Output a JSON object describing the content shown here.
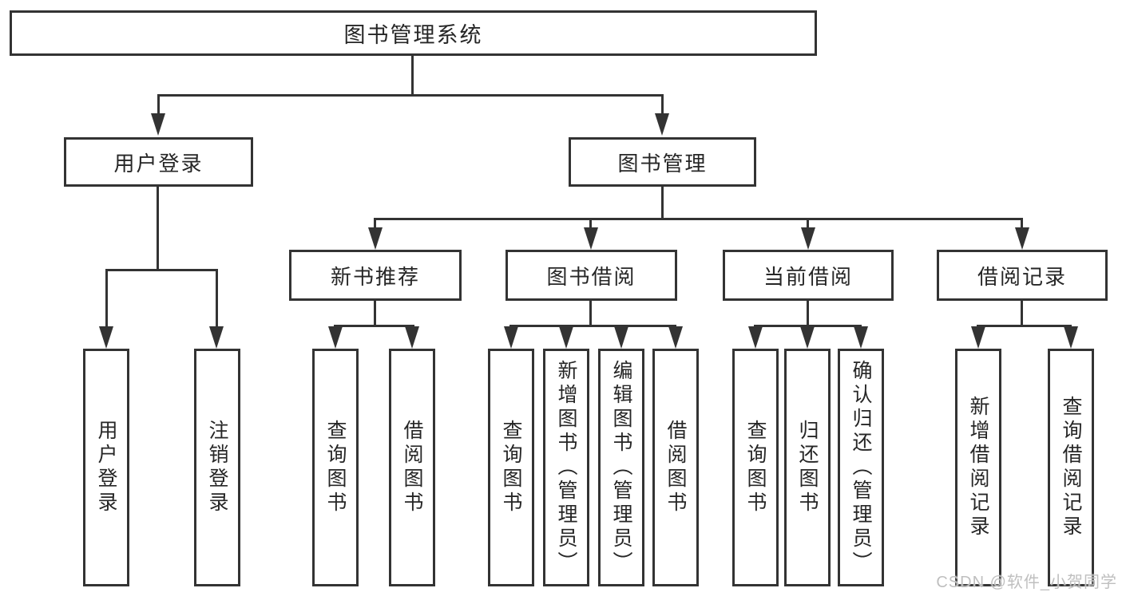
{
  "tree": {
    "root": {
      "label": "图书管理系统"
    },
    "branches": [
      {
        "label": "用户登录",
        "leaves": [
          {
            "label": "用户登录"
          },
          {
            "label": "注销登录"
          }
        ]
      },
      {
        "label": "图书管理",
        "groups": [
          {
            "label": "新书推荐",
            "leaves": [
              {
                "label": "查询图书"
              },
              {
                "label": "借阅图书"
              }
            ]
          },
          {
            "label": "图书借阅",
            "leaves": [
              {
                "label": "查询图书"
              },
              {
                "label": "新增图书（管理员）"
              },
              {
                "label": "编辑图书（管理员）"
              },
              {
                "label": "借阅图书"
              }
            ]
          },
          {
            "label": "当前借阅",
            "leaves": [
              {
                "label": "查询图书"
              },
              {
                "label": "归还图书"
              },
              {
                "label": "确认归还（管理员）"
              }
            ]
          },
          {
            "label": "借阅记录",
            "leaves": [
              {
                "label": "新增借阅记录"
              },
              {
                "label": "查询借阅记录"
              }
            ]
          }
        ]
      }
    ]
  },
  "watermark": {
    "text": "CSDN @软件_小贺同学"
  },
  "colors": {
    "line": "#333333",
    "text": "#262626",
    "background": "#ffffff",
    "watermark": "#bfbfbf"
  }
}
